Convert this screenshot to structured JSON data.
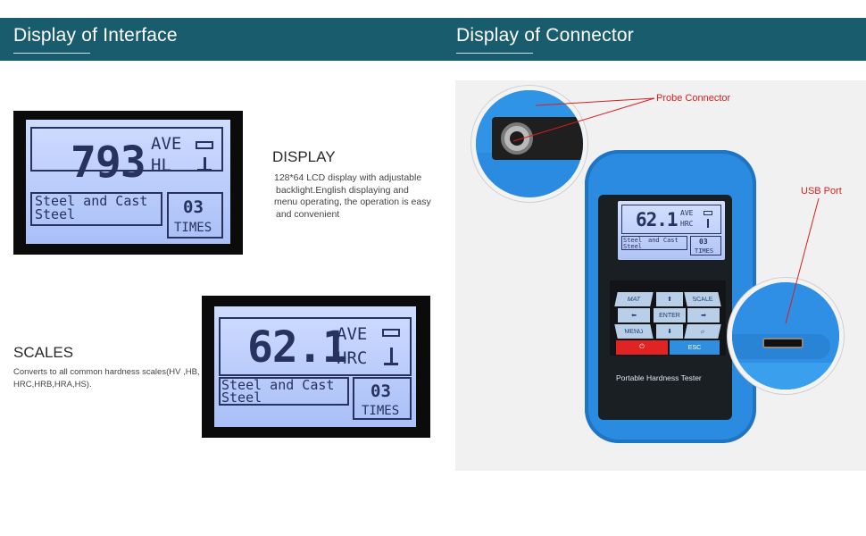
{
  "left_panel": {
    "title": "Display of Interface",
    "display_section": {
      "heading": "DISPLAY",
      "description_lines": [
        "128*64 LCD display with adjustable",
        "backlight.English displaying and",
        "menu operating, the operation is easy",
        "and convenient"
      ]
    },
    "scales_section": {
      "heading": "SCALES",
      "description_lines": [
        "Converts to all common hardness scales(HV ,HB,",
        "HRC,HRB,HRA,HS)."
      ]
    },
    "lcd_1": {
      "value": "793",
      "mode": "AVE",
      "scale": "HL",
      "material_line1": "Steel and Cast",
      "material_line2": "Steel",
      "count": "03",
      "count_label": "TIMES"
    },
    "lcd_2": {
      "value": "62.1",
      "mode": "AVE",
      "scale": "HRC",
      "material_line1": "Steel and Cast",
      "material_line2": "Steel",
      "count": "03",
      "count_label": "TIMES"
    }
  },
  "right_panel": {
    "title": "Display of Connector",
    "callouts": {
      "probe_connector": "Probe Connector",
      "usb_port": "USB Port"
    },
    "device": {
      "label": "Portable Hardness Tester",
      "screen": {
        "value": "62.1",
        "mode": "AVE",
        "scale": "HRC",
        "material_line1": "Steel",
        "material_line1b": "and Cast",
        "material_line2": "Steel",
        "count": "03",
        "count_label": "TIMES"
      },
      "keys": {
        "mat": "MAT",
        "scale": "SCALE",
        "enter": "ENTER",
        "menu": "MENU",
        "esc": "ESC"
      }
    }
  },
  "colors": {
    "banner": "#195c6d",
    "lcd_backlight": "#b4c8fa",
    "device_body": "#2a8be0",
    "callout_red": "#d81f1f"
  }
}
